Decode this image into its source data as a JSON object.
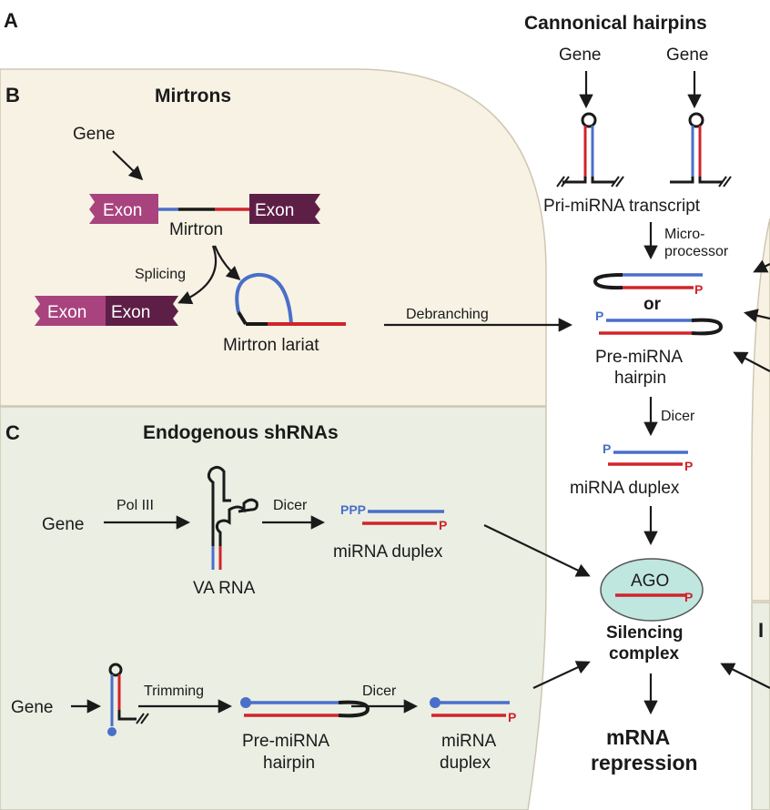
{
  "panels": {
    "A": {
      "letter": "A",
      "title": "Cannonical hairpins"
    },
    "B": {
      "letter": "B",
      "title": "Mirtrons"
    },
    "C": {
      "letter": "C",
      "title": "Endogenous shRNAs"
    }
  },
  "canonical": {
    "gene_left": "Gene",
    "gene_right": "Gene",
    "pri_label": "Pri-miRNA transcript",
    "microprocessor_1": "Micro-",
    "microprocessor_2": "processor",
    "or_label": "or",
    "pre_label_1": "Pre-miRNA",
    "pre_label_2": "hairpin",
    "dicer": "Dicer",
    "duplex_label": "miRNA duplex",
    "ago": "AGO",
    "silencing_1": "Silencing",
    "silencing_2": "complex",
    "repression_1": "mRNA",
    "repression_2": "repression",
    "p": "P"
  },
  "mirtrons": {
    "gene": "Gene",
    "exon_a": "Exon",
    "exon_b": "Exon",
    "mirtron": "Mirtron",
    "splicing": "Splicing",
    "spliced_exon_a": "Exon",
    "spliced_exon_b": "Exon",
    "lariat": "Mirtron lariat",
    "debranching": "Debranching"
  },
  "shrna": {
    "gene_1": "Gene",
    "pol3": "Pol III",
    "dicer_1": "Dicer",
    "va_rna": "VA RNA",
    "ppp": "PPP",
    "duplex_1": "miRNA duplex",
    "gene_2": "Gene",
    "trimming": "Trimming",
    "pre_1": "Pre-miRNA",
    "pre_2": "hairpin",
    "dicer_2": "Dicer",
    "duplex_2a": "miRNA",
    "duplex_2b": "duplex",
    "p": "P"
  },
  "colors": {
    "blue": "#4a6fc9",
    "red": "#d2232a",
    "exon_light": "#a8437e",
    "exon_dark": "#5e1f47",
    "panel_b_bg": "#f7f2e4",
    "panel_c_bg": "#eaeee3",
    "ago_fill": "#bfe6df"
  }
}
